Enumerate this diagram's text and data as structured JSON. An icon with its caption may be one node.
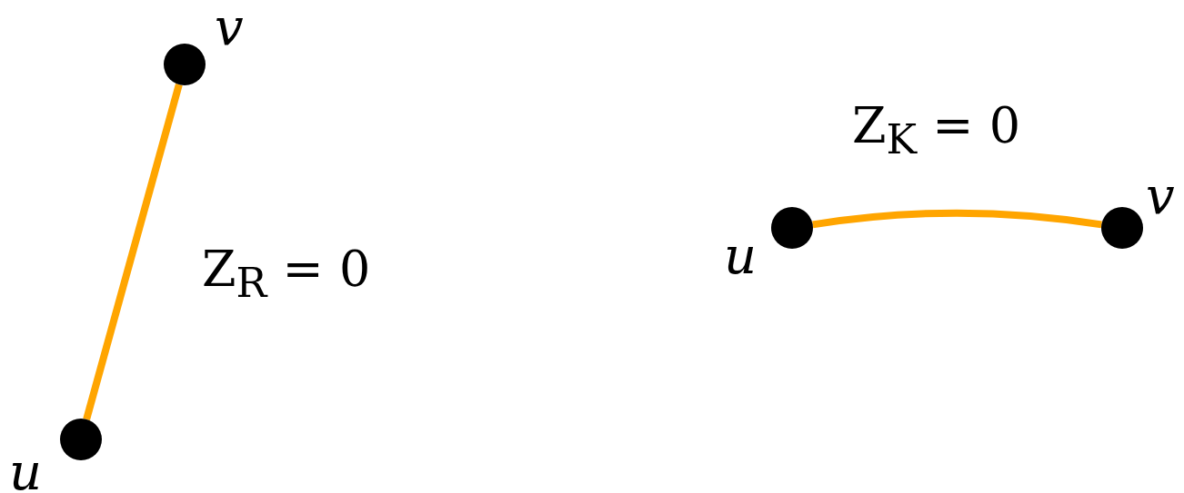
{
  "diagram": {
    "nodes": [
      {
        "text": [],
        "shape": "circle",
        "beside": [
          "v"
        ]
      },
      {
        "text": [],
        "shape": "circle",
        "beside": [
          "u"
        ]
      },
      {
        "text": [],
        "shape": "circle",
        "beside": [
          "u"
        ]
      },
      {
        "text": [],
        "shape": "circle",
        "beside": [
          "v"
        ]
      }
    ],
    "edges": [
      {
        "from": 1,
        "to": 0,
        "arrow": "none",
        "color": "#ffa500"
      },
      {
        "from": 2,
        "to": 3,
        "arrow": "none",
        "color": "#ffa500"
      }
    ],
    "labels": [
      "Z$_{R}$ = 0",
      "Z$_{K}$ = 0"
    ]
  }
}
